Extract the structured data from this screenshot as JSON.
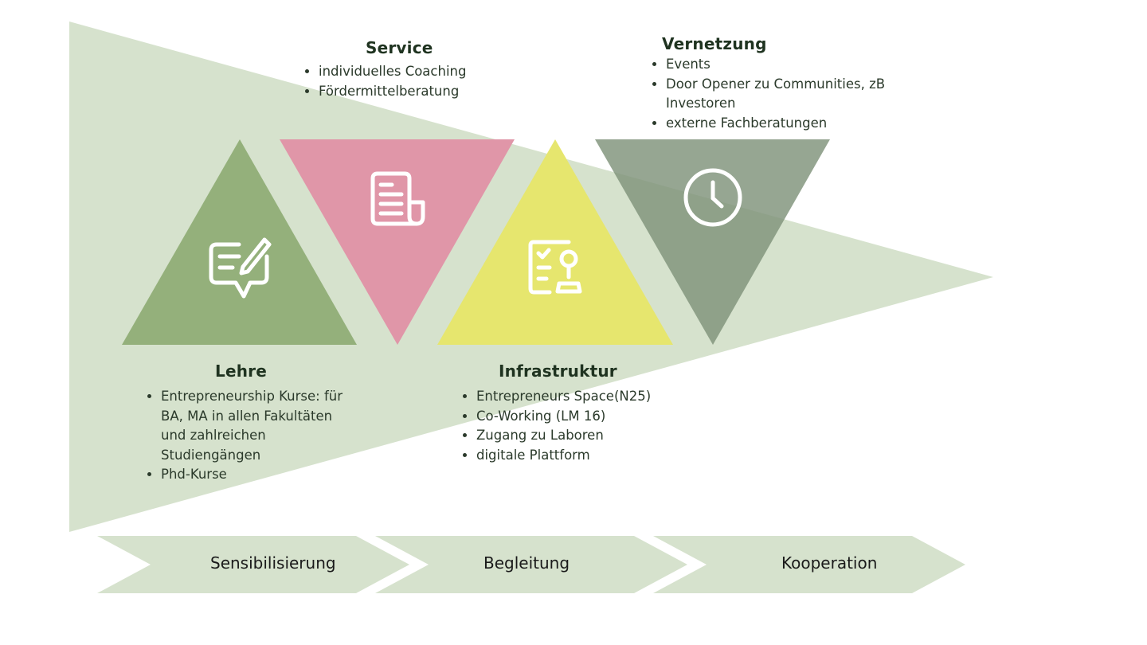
{
  "pillars": [
    {
      "id": "lehre",
      "title": "Lehre",
      "icon": "edit-chat-icon",
      "color": "#94b07b",
      "items": [
        "Entrepreneurship Kurse: für BA, MA in allen Fakultäten und zahlreichen Studiengängen",
        "Phd-Kurse"
      ]
    },
    {
      "id": "service",
      "title": "Service",
      "icon": "document-icon",
      "color": "#e096a8",
      "items": [
        "individuelles Coaching",
        "Fördermittelberatung"
      ]
    },
    {
      "id": "infrastruktur",
      "title": "Infrastruktur",
      "icon": "stamp-document-icon",
      "color": "#e6e66e",
      "items": [
        "Entrepreneurs Space(N25)",
        "Co-Working (LM 16)",
        "Zugang zu Laboren",
        "digitale Plattform"
      ]
    },
    {
      "id": "vernetzung",
      "title": "Vernetzung",
      "icon": "clock-icon",
      "color": "#7f927a",
      "items": [
        "Events",
        "Door Opener zu Communities, zB Investoren",
        "externe Fachberatungen"
      ]
    }
  ],
  "stages": [
    "Sensibilisierung",
    "Begleitung",
    "Kooperation"
  ],
  "colors": {
    "funnel": "#d6e2cd",
    "chevron": "#d6e2cd",
    "heading": "#1f3320",
    "text": "#2b3a2b"
  }
}
